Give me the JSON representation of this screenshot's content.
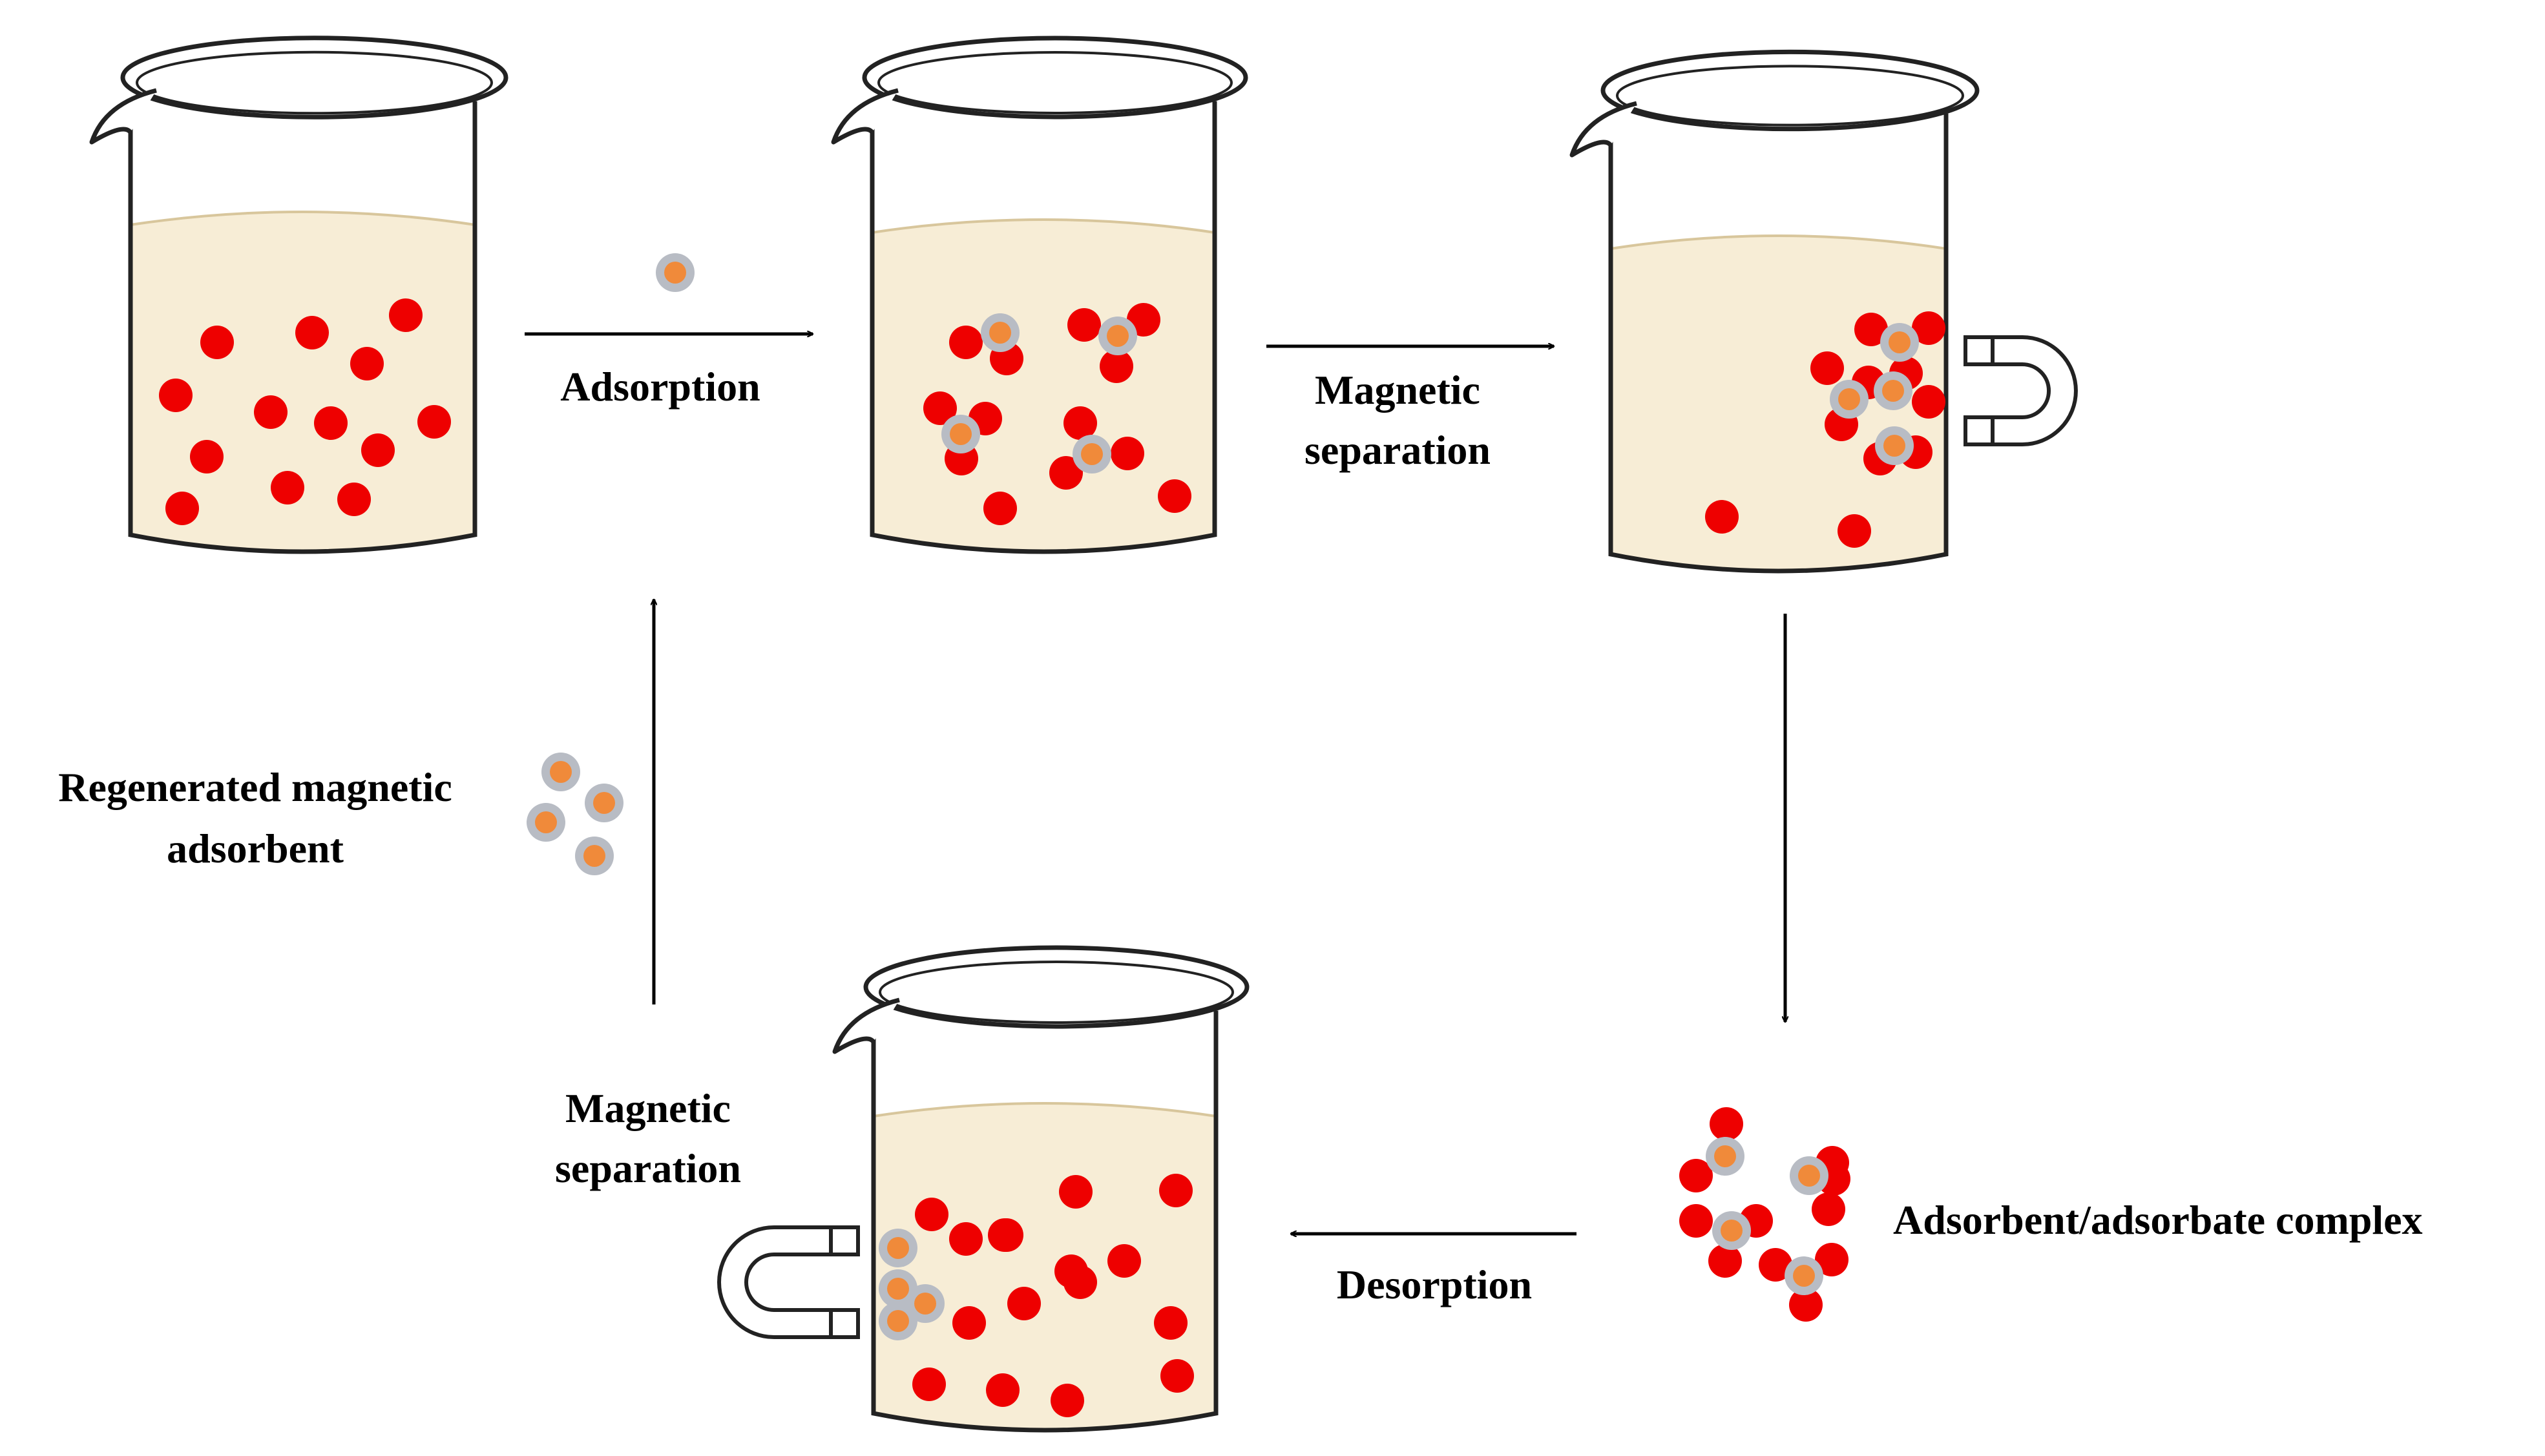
{
  "labels": {
    "adsorption": "Adsorption",
    "magnetic_separation_1_line1": "Magnetic",
    "magnetic_separation_1_line2": "separation",
    "regenerated_line1": "Regenerated magnetic",
    "regenerated_line2": "adsorbent",
    "magnetic_separation_2_line1": "Magnetic",
    "magnetic_separation_2_line2": "separation",
    "desorption": "Desorption",
    "complex": "Adsorbent/adsorbate complex"
  },
  "colors": {
    "liquid": "#f7edd6",
    "liquid_edge": "#d8c69c",
    "adsorbate": "#ee0000",
    "adsorbent_core": "#f08a3a",
    "adsorbent_shell": "#b8bcc4",
    "outline": "#222222",
    "arrow": "#000000"
  },
  "icons": {
    "beaker": "beaker-icon",
    "magnet": "horseshoe-magnet-icon",
    "adsorbate_particle": "red-particle",
    "adsorbent_particle": "magnetic-adsorbent-particle"
  }
}
